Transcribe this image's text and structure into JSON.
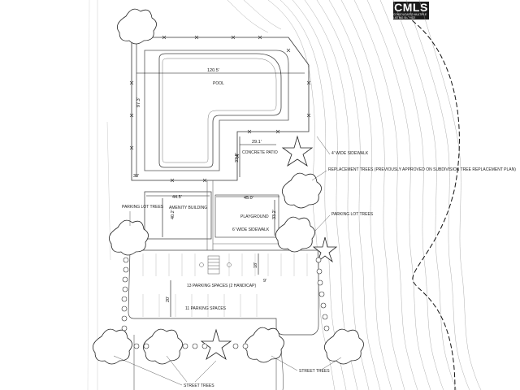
{
  "logo": {
    "mark": "CMLS",
    "tagline": "CONSOLIDATED MULTIPLE LISTING SERVICE"
  },
  "labels": {
    "pool": "POOL",
    "patio": "CONCRETE PATIO",
    "amenity": "AMENITY BUILDING",
    "playground": "PLAYGROUND",
    "sidewalk_top": "4' WIDE SIDEWALK",
    "sidewalk_mid": "6' WIDE SIDEWALK",
    "replacement": "REPLACEMENT TREES (PREVIOUSLY APPROVED ON SUBDIVISION TREE REPLACEMENT PLAN)",
    "parking_left": "PARKING LOT TREES",
    "parking_right": "PARKING LOT TREES",
    "spaces_top": "13 PARKING SPACES (2 HANDICAP)",
    "spaces_bottom": "11 PARKING SPACES",
    "street_left": "STREET TREES",
    "street_right": "STREET TREES"
  },
  "dims": {
    "pool_width": "120.5'",
    "pool_depth": "97.3'",
    "patio_width": "29.1'",
    "patio_depth": "33.8'",
    "amenity_width": "44.5'",
    "amenity_depth": "40.2'",
    "playground_width": "45.0'",
    "playground_depth": "33.2'",
    "gap": "30'",
    "aisle": "20'",
    "stall": "18'",
    "stall_w": "9'"
  }
}
